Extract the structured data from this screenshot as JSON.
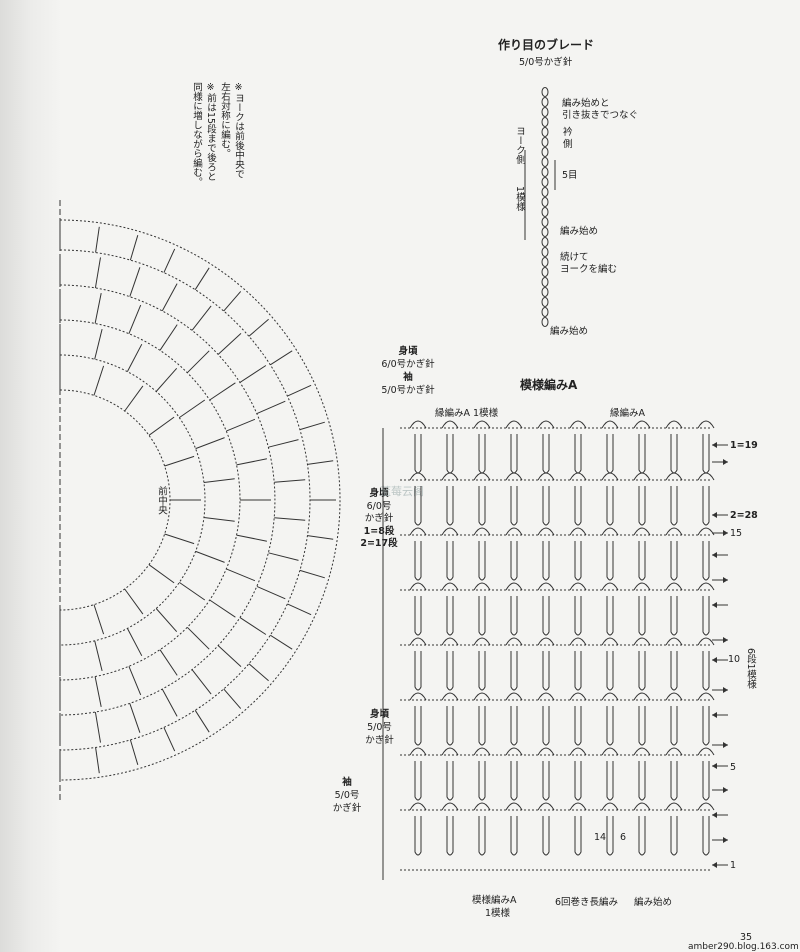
{
  "braid": {
    "title": "作り目のブレード",
    "hook": "5/0号かぎ針",
    "labels": [
      "編み始めと",
      "引き抜きでつなぐ",
      "衿",
      "側",
      "5目",
      "編み始め",
      "続けて",
      "ヨークを編む",
      "編み始め"
    ],
    "side_label": "ヨーク側",
    "repeat_label": "1模様"
  },
  "note": {
    "lines": [
      "※ヨークは前後中央で",
      "左右対称に編む。",
      "※前は15段まで後ろと",
      "同様に増しながら編む。"
    ]
  },
  "yoke": {
    "front_center_label": "前中央"
  },
  "pattern": {
    "title": "模様編みA",
    "top_left_label": "縁編みA 1模様",
    "top_right_label": "縁編みA",
    "body_sleeve_1": {
      "body": "身頃",
      "body_hook": "6/0号かぎ針",
      "sleeve": "袖",
      "sleeve_hook": "5/0号かぎ針"
    },
    "body_2": {
      "body": "身頃",
      "hook_a": "6/0号",
      "hook_b": "かぎ針",
      "row_a": "1=8段",
      "row_b": "2=17段"
    },
    "body_3": {
      "body": "身頃",
      "hook_a": "5/0号",
      "hook_b": "かぎ針"
    },
    "sleeve_3": {
      "sleeve": "袖",
      "hook_a": "5/0号",
      "hook_b": "かぎ針"
    },
    "row_labels": {
      "r19": "1=19",
      "r28": "2=28",
      "r15": "15",
      "r10": "10",
      "r5": "5",
      "r1": "1",
      "r14": "14",
      "r6": "6"
    },
    "repeat_right": "6段1模様",
    "bottom_labels": {
      "pattern_a": "模様編みA",
      "one_repeat": "1模様",
      "triple": "6回巻き長編み",
      "start": "編み始め"
    },
    "watermark": "蓝莓云阁"
  },
  "footer": {
    "page_number": "35",
    "credit": "amber290.blog.163.com"
  }
}
